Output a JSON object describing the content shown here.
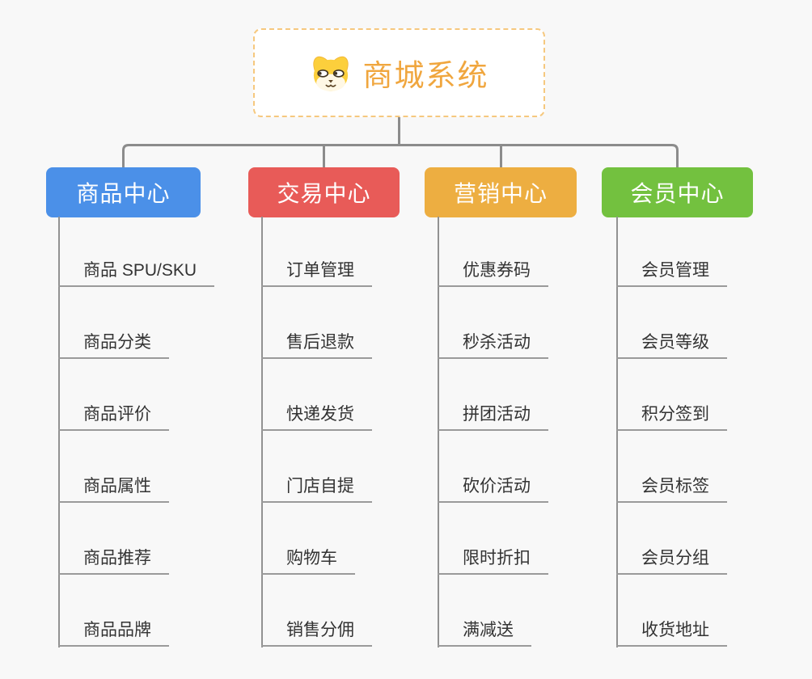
{
  "root": {
    "title": "商城系统",
    "icon": "dog-face-icon",
    "title_color": "#F0A63E",
    "border_color": "#F6C87E"
  },
  "branches": [
    {
      "label": "商品中心",
      "color": "#4B90E8",
      "items": [
        "商品 SPU/SKU",
        "商品分类",
        "商品评价",
        "商品属性",
        "商品推荐",
        "商品品牌"
      ]
    },
    {
      "label": "交易中心",
      "color": "#E85B58",
      "items": [
        "订单管理",
        "售后退款",
        "快递发货",
        "门店自提",
        "购物车",
        "销售分佣"
      ]
    },
    {
      "label": "营销中心",
      "color": "#EDAE41",
      "items": [
        "优惠券码",
        "秒杀活动",
        "拼团活动",
        "砍价活动",
        "限时折扣",
        "满减送"
      ]
    },
    {
      "label": "会员中心",
      "color": "#73C13F",
      "items": [
        "会员管理",
        "会员等级",
        "积分签到",
        "会员标签",
        "会员分组",
        "收货地址"
      ]
    }
  ],
  "colors": {
    "background": "#F8F8F8",
    "connector": "#8C8C8C",
    "underline": "#9A9A9A",
    "item_text": "#333333"
  }
}
